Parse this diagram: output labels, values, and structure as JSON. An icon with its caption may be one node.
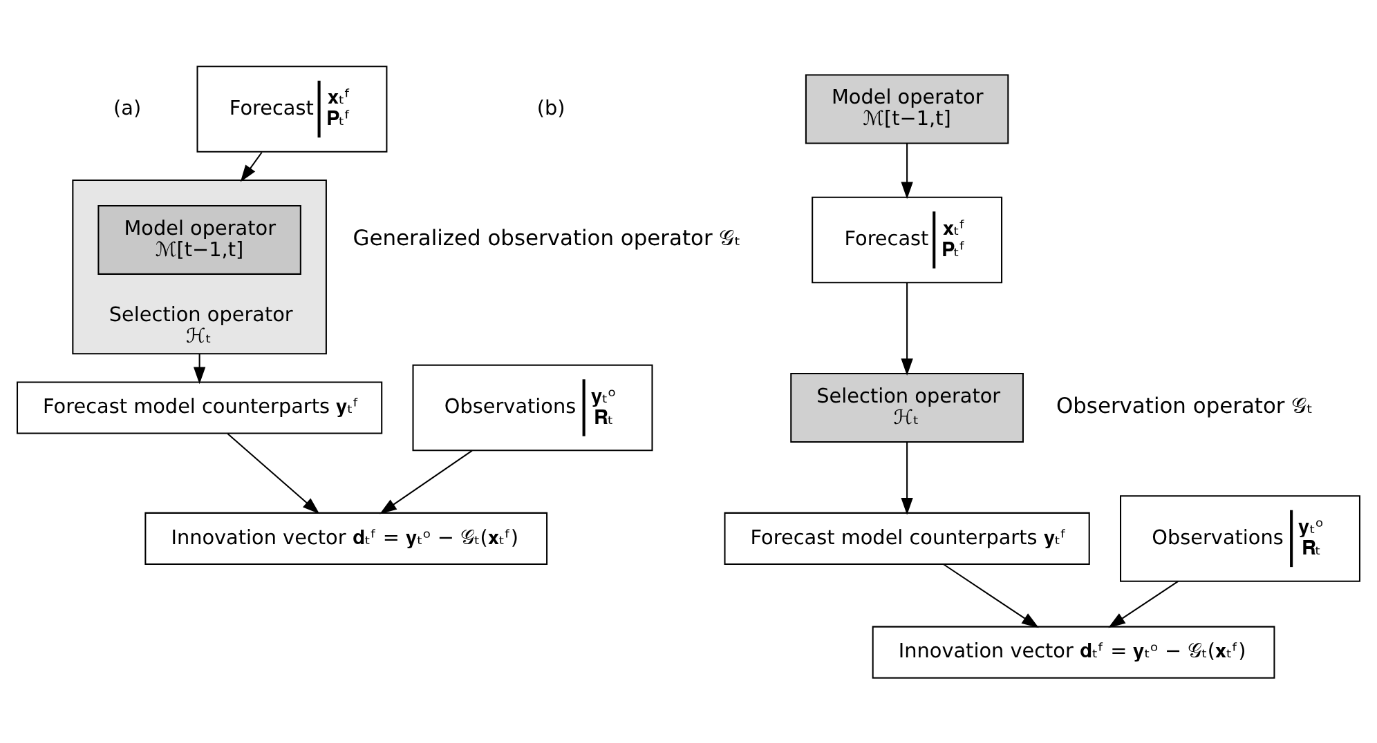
{
  "diagram": {
    "nodes": [
      {
        "text": [
          "Forecast",
          "𝐱ₜᶠ",
          "𝐏ₜᶠ"
        ]
      },
      {
        "text": [
          "Selection operator",
          "ℋₜ"
        ],
        "beside": [
          "Generalized observation operator 𝒢ₜ"
        ]
      },
      {
        "text": [
          "Model operator",
          "ℳ[t−1,t]"
        ],
        "in": 1
      },
      {
        "text": [
          "Forecast model counterparts 𝐲ₜᶠ"
        ]
      },
      {
        "text": [
          "Observations",
          "𝐲ₜᵒ",
          "𝐑ₜ"
        ]
      },
      {
        "text": [
          "Innovation vector 𝐝ₜᶠ = 𝐲ₜᵒ − 𝒢ₜ(𝐱ₜᶠ)"
        ]
      },
      {
        "text": [
          "Model operator",
          "ℳ[t−1,t]"
        ]
      },
      {
        "text": [
          "Forecast",
          "𝐱ₜᶠ",
          "𝐏ₜᶠ"
        ]
      },
      {
        "text": [
          "Selection operator",
          "ℋₜ"
        ],
        "beside": [
          "Observation operator 𝒢ₜ"
        ]
      },
      {
        "text": [
          "Forecast model counterparts 𝐲ₜᶠ"
        ]
      },
      {
        "text": [
          "Observations",
          "𝐲ₜᵒ",
          "𝐑ₜ"
        ]
      },
      {
        "text": [
          "Innovation vector 𝐝ₜᶠ = 𝐲ₜᵒ − 𝒢ₜ(𝐱ₜᶠ)"
        ]
      }
    ],
    "edges": [
      {
        "from": 0,
        "to": 1,
        "arrow": "to"
      },
      {
        "from": 1,
        "to": 3,
        "arrow": "to"
      },
      {
        "from": 3,
        "to": 5,
        "arrow": "to"
      },
      {
        "from": 4,
        "to": 5,
        "arrow": "to"
      },
      {
        "from": 6,
        "to": 7,
        "arrow": "to"
      },
      {
        "from": 7,
        "to": 8,
        "arrow": "to"
      },
      {
        "from": 8,
        "to": 9,
        "arrow": "to"
      },
      {
        "from": 9,
        "to": 11,
        "arrow": "to"
      },
      {
        "from": 10,
        "to": 11,
        "arrow": "to"
      }
    ],
    "labels": [
      "(a)",
      "(b)"
    ]
  }
}
